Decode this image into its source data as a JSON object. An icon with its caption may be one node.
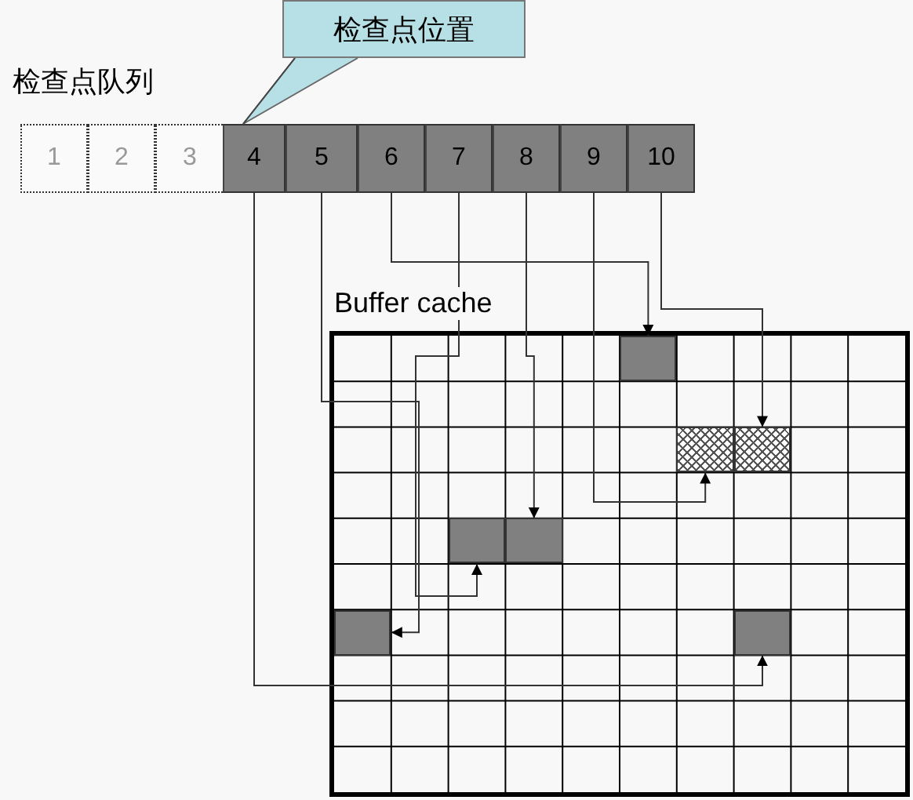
{
  "diagram": {
    "nodes": [
      {
        "text": [
          "1"
        ]
      },
      {
        "text": [
          "2"
        ]
      },
      {
        "text": [
          "3"
        ]
      },
      {
        "text": [
          "4"
        ]
      },
      {
        "text": [
          "5"
        ]
      },
      {
        "text": [
          "6"
        ]
      },
      {
        "text": [
          "7"
        ]
      },
      {
        "text": [
          "8"
        ]
      },
      {
        "text": [
          "9"
        ]
      },
      {
        "text": [
          "10"
        ]
      },
      {
        "text": [
          "检查点位置"
        ]
      },
      {
        "text": [
          "Buffer cache"
        ]
      },
      {
        "text": [],
        "shape": "box",
        "in": 11
      },
      {
        "text": [],
        "shape": "box",
        "in": 11
      },
      {
        "text": [],
        "shape": "box",
        "in": 11
      },
      {
        "text": [],
        "shape": "box",
        "in": 11
      },
      {
        "text": [],
        "shape": "box",
        "in": 11
      },
      {
        "text": [],
        "shape": "box",
        "in": 11
      },
      {
        "text": [],
        "shape": "box",
        "in": 11
      }
    ],
    "edges": [
      {
        "from": 10,
        "to": 3,
        "arrow": "none"
      },
      {
        "from": 3,
        "to": 18,
        "arrow": "to"
      },
      {
        "from": 4,
        "to": 17,
        "arrow": "to"
      },
      {
        "from": 5,
        "to": 12,
        "arrow": "to"
      },
      {
        "from": 6,
        "to": 15,
        "arrow": "to"
      },
      {
        "from": 7,
        "to": 16,
        "arrow": "to"
      },
      {
        "from": 8,
        "to": 13,
        "arrow": "to"
      },
      {
        "from": 9,
        "to": 14,
        "arrow": "to"
      }
    ],
    "labels": [
      "检查点队列"
    ]
  }
}
